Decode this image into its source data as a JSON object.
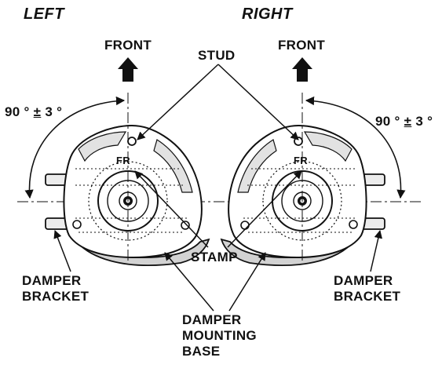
{
  "sides": {
    "left": "LEFT",
    "right": "RIGHT"
  },
  "front": {
    "left": "FRONT",
    "right": "FRONT"
  },
  "stud": "STUD",
  "stamp": "STAMP",
  "mount_mark": {
    "left": "FR",
    "right": "FR"
  },
  "angle": {
    "left": {
      "value": "90 °",
      "pm": "±",
      "tol": "3 °"
    },
    "right": {
      "value": "90 °",
      "pm": "±",
      "tol": "3 °"
    }
  },
  "damper_bracket": {
    "left": [
      "DAMPER",
      "BRACKET"
    ],
    "right": [
      "DAMPER",
      "BRACKET"
    ]
  },
  "damper_mounting_base": [
    "DAMPER",
    "MOUNTING",
    "BASE"
  ],
  "colors": {
    "ink": "#111111",
    "fill_light": "#ececec",
    "fill_mid": "#d2d2d2",
    "background": "#ffffff"
  }
}
